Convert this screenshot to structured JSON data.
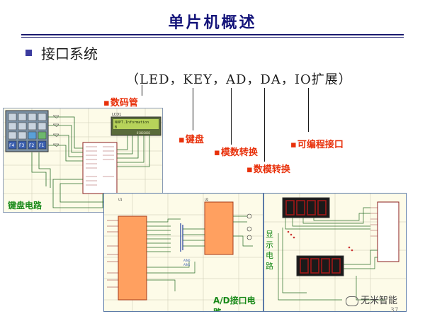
{
  "title": "单片机概述",
  "heading": "接口系统",
  "interfaces_text": "（LED，KEY，AD，DA，IO扩展）",
  "labels": {
    "digital_tube": "数码管",
    "keyboard": "键盘",
    "adc": "模数转换",
    "dac": "数模转换",
    "io_expansion": "可编程接口"
  },
  "panels": {
    "keyboard_circuit": {
      "caption": "键盘电路",
      "lcd_title": "LCD1",
      "lcd_line1": "NUPT.Information",
      "lcd_line2": "B",
      "lcd_readout": "01002003",
      "keypad_keys": [
        "F4",
        "F3",
        "F2",
        "F1"
      ]
    },
    "ad_circuit": {
      "caption": "A/D接口电路"
    },
    "display_circuit": {
      "caption_vertical": [
        "显",
        "示",
        "电",
        "路"
      ]
    }
  },
  "watermark": "无米智能",
  "page_number": "37",
  "colors": {
    "title": "#14147a",
    "label_red": "#e8300a",
    "caption_green": "#1a8a1a",
    "schematic_bg": "#fdfbe8"
  }
}
